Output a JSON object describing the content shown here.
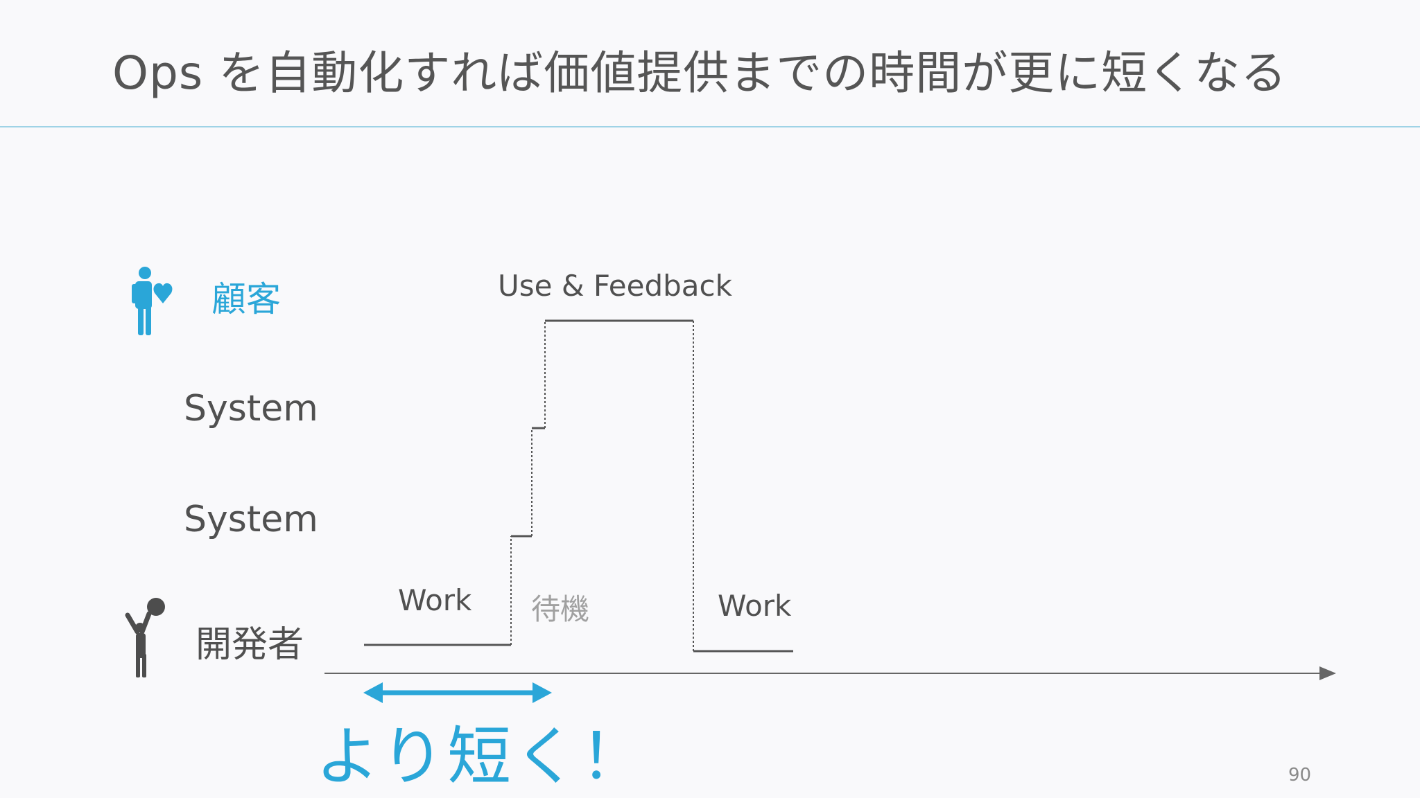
{
  "title": "Ops を自動化すれば価値提供までの時間が更に短くなる",
  "rows": {
    "customer": "顧客",
    "system_upper": "System",
    "system_lower": "System",
    "developer": "開発者"
  },
  "phases": {
    "work_first": "Work",
    "waiting": "待機",
    "use_feedback": "Use & Feedback",
    "work_second": "Work"
  },
  "slogan": "より短く！",
  "page_number": "90",
  "colors": {
    "accent": "#2aa6d8",
    "text": "#505050",
    "line": "#555555",
    "muted": "#a0a0a0",
    "rule": "#9fd3e6"
  },
  "icons": {
    "customer": "person-with-heart-icon",
    "developer": "person-lifting-weight-icon"
  }
}
